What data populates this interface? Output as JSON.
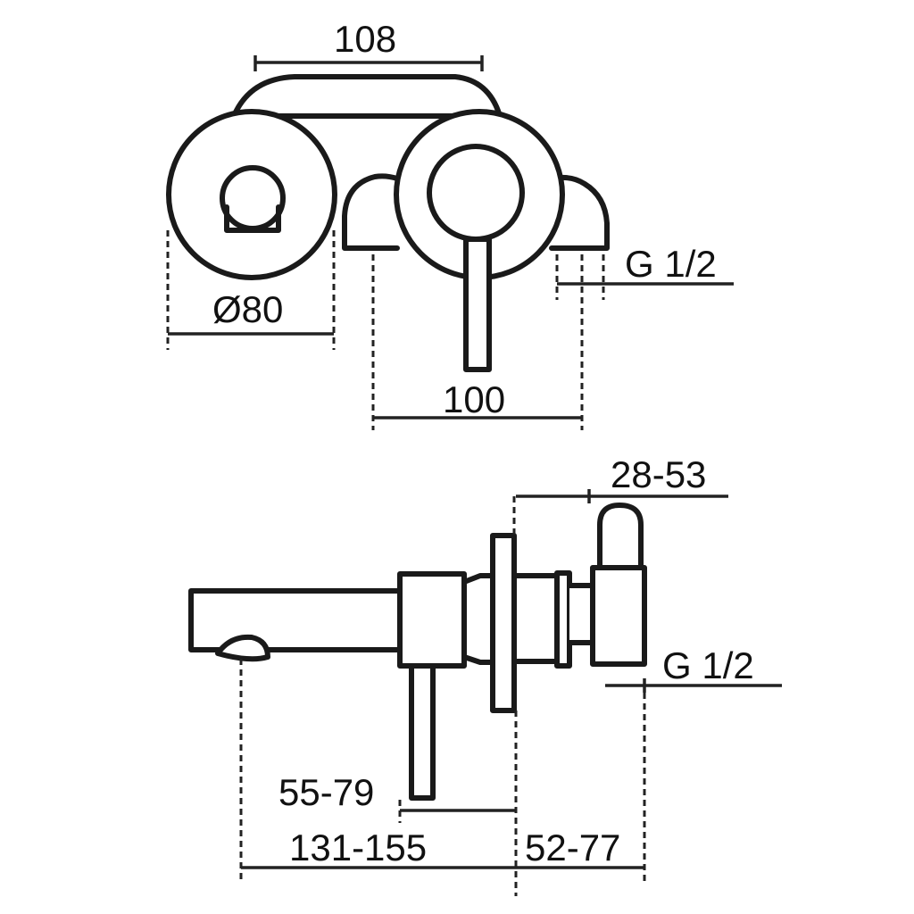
{
  "labels": {
    "top_width": "108",
    "diameter": "Ø80",
    "center_distance": "100",
    "thread_top": "G 1/2",
    "depth_range": "28-53",
    "thread_side": "G 1/2",
    "handle_offset": "55-79",
    "spout_length": "131-155",
    "wall_depth": "52-77"
  }
}
